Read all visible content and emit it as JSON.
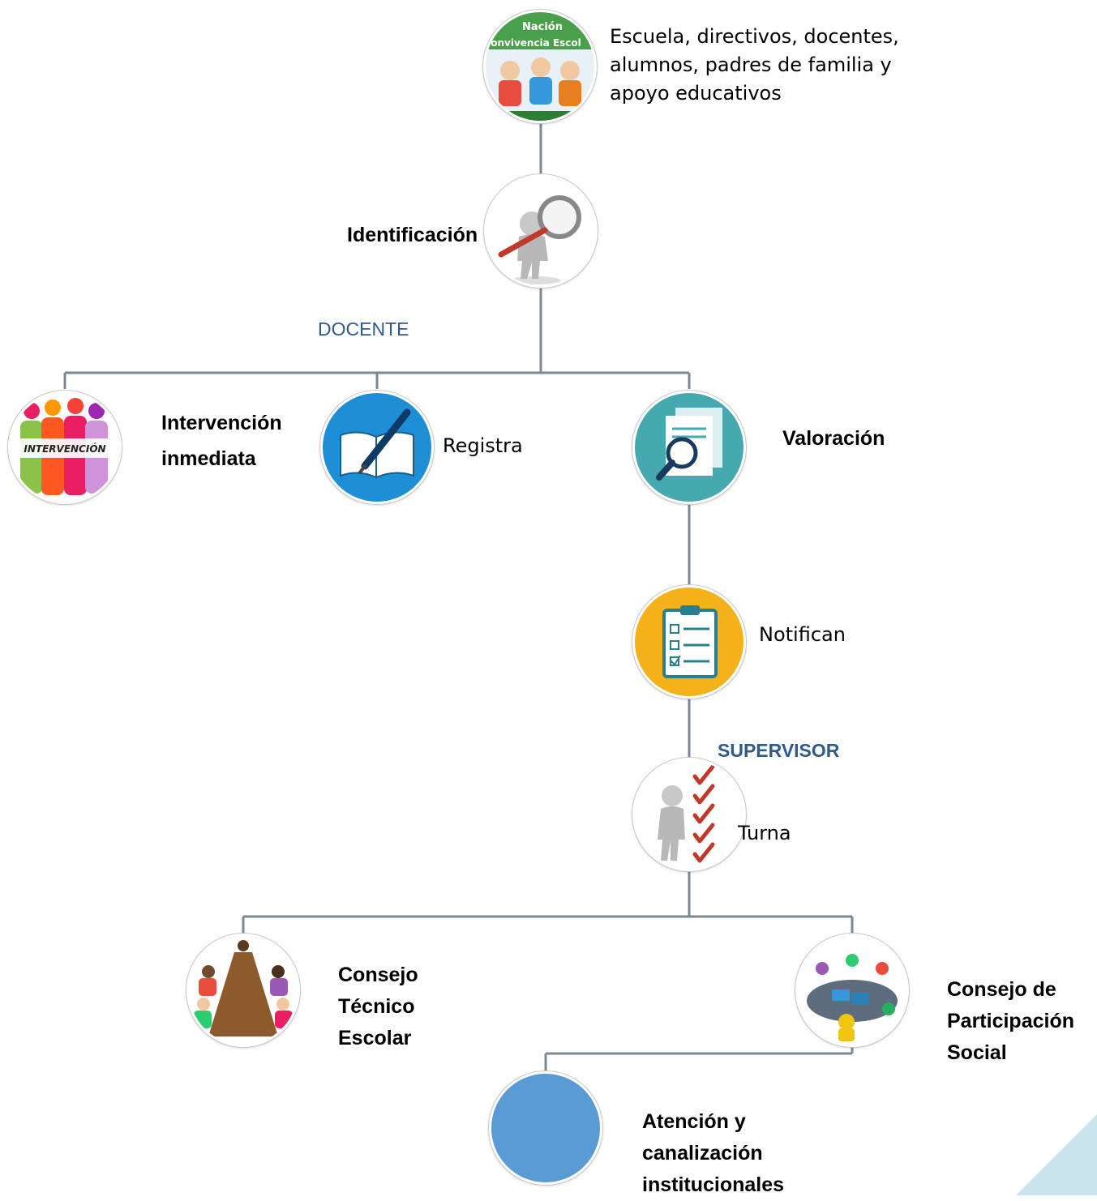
{
  "nodes": {
    "community": {
      "label": "Escuela, directivos, docentes, alumnos, padres de familia y apoyo educativos",
      "label_lines": [
        "Escuela, directivos, docentes,",
        "alumnos, padres de familia y",
        "apoyo educativos"
      ],
      "banner_lines": [
        "Nación",
        "onvivencia Escol"
      ]
    },
    "identificacion": {
      "label": "Identificación"
    },
    "intervencion": {
      "label_lines": [
        "Intervención",
        "inmediata"
      ],
      "image_text": "INTERVENCIÓN"
    },
    "registra": {
      "label": "Registra"
    },
    "valoracion": {
      "label": "Valoración"
    },
    "notifican": {
      "label": "Notifican"
    },
    "turna": {
      "label": "Turna"
    },
    "consejo_tecnico": {
      "label_lines": [
        "Consejo",
        "Técnico",
        "Escolar"
      ]
    },
    "consejo_participacion": {
      "label_lines": [
        "Consejo de",
        "Participación",
        "Social"
      ]
    },
    "atencion": {
      "label_lines": [
        "Atención y",
        "canalización",
        "institucionales"
      ]
    }
  },
  "roles": {
    "docente": "DOCENTE",
    "supervisor": "SUPERVISOR"
  },
  "colors": {
    "connector": "#7c8893",
    "role_text": "#2e5b8c",
    "registra_bg": "#1d8fd6",
    "valoracion_bg": "#47a9b0",
    "notifican_bg": "#f5b11a",
    "atencion_bg": "#5b9bd5",
    "corner_accent": "#c9e4ec"
  }
}
